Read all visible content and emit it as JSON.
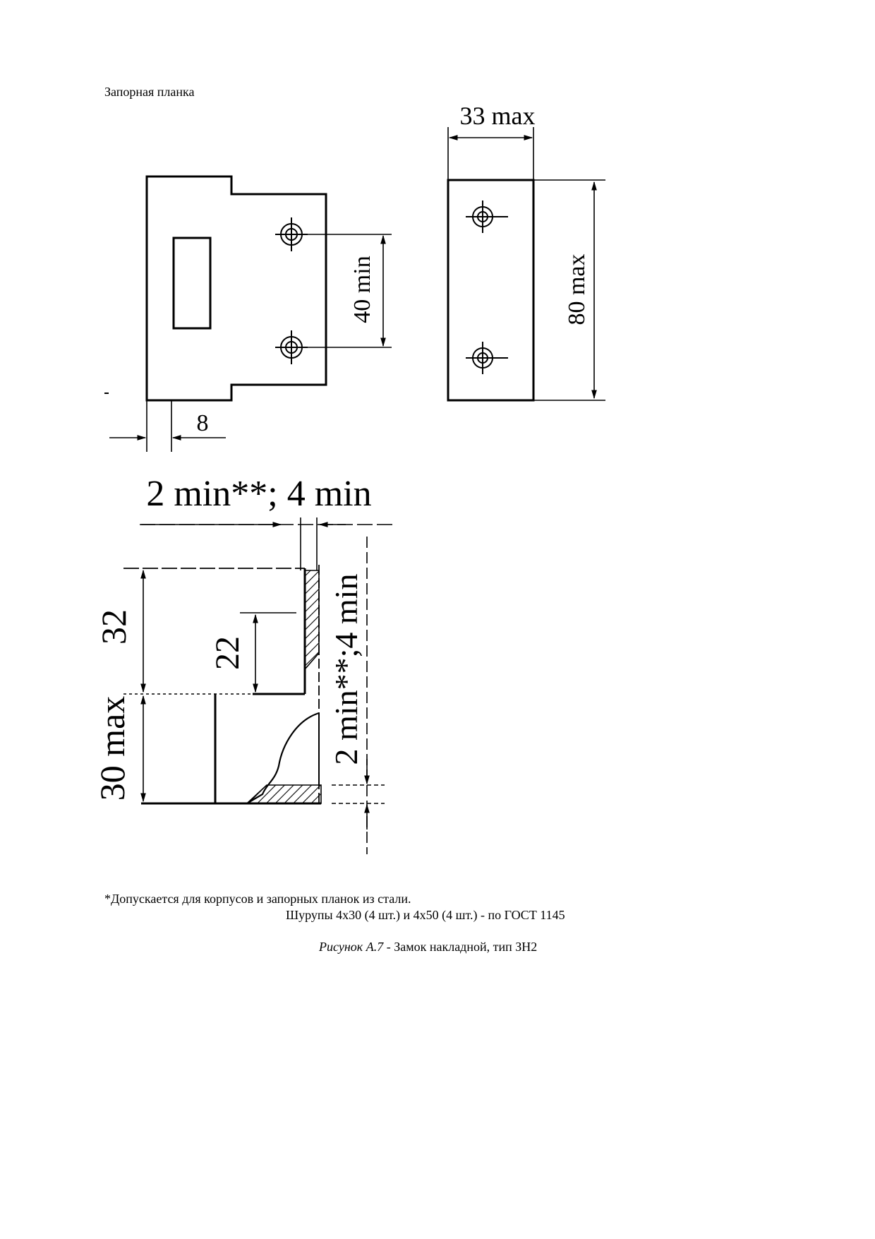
{
  "document": {
    "heading": "Запорная планка",
    "footnote": "*Допускается для корпусов и запорных планок из стали.",
    "screws_note": "Шурупы 4х30 (4 шт.) и 4х50 (4 шт.) - по ГОСТ 1145",
    "caption_number": "Рисунок А.7",
    "caption_text": " - Замок накладной, тип ЗН2"
  },
  "drawing": {
    "dimensions": {
      "plate_width": "33 max",
      "hole_spacing": "40 min",
      "plate_height": "80 max",
      "offset": "8",
      "gap_top": "2 min**; 4 min",
      "height_32": "32",
      "height_22": "22",
      "height_30": "30 max",
      "gap_side": "2 min**;4 min"
    }
  }
}
